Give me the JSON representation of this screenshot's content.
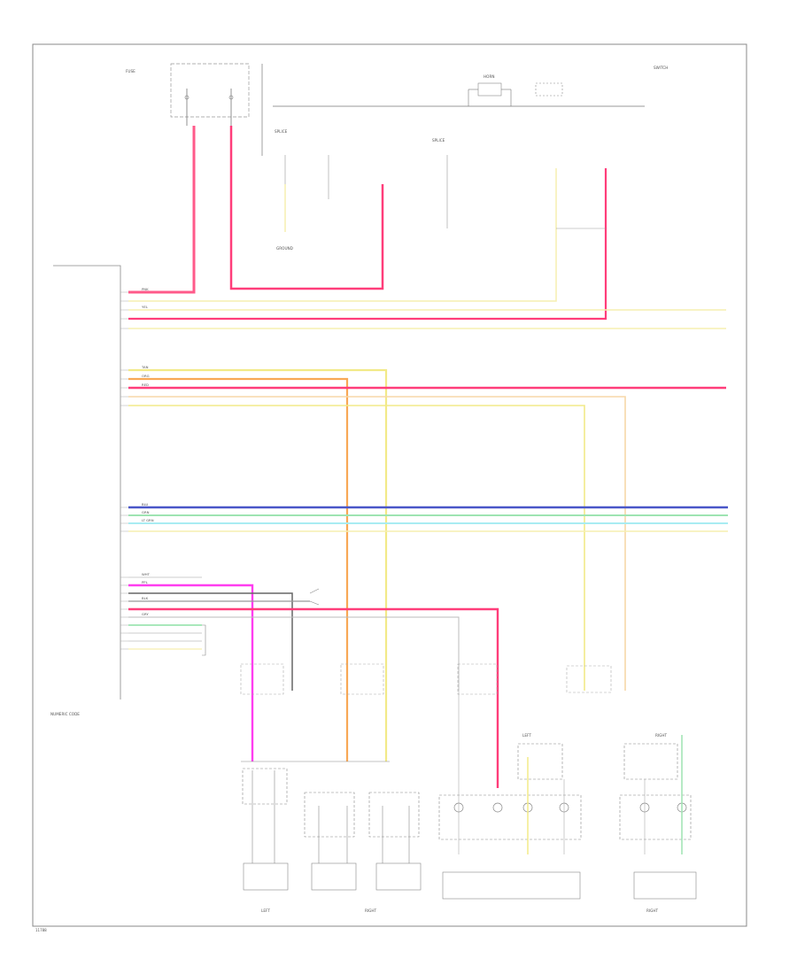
{
  "page_code": "11788",
  "component_labels": {
    "module": "NUMERIC CODE",
    "top_fuse": "FUSE",
    "center_fuse": "SPLICE",
    "horn": "HORN",
    "splice": "SPLICE",
    "ground": "GROUND",
    "right_note": "SWITCH",
    "bottom_left": "LEFT",
    "bottom_center": "RIGHT",
    "bottom_right": "RIGHT",
    "seat_left": "LEFT",
    "seat_right": "RIGHT"
  },
  "wire_codes": [
    "PNK",
    "YEL",
    "ORG",
    "RED",
    "TAN",
    "BLU",
    "GRN",
    "LT GRN",
    "WHT",
    "BLK",
    "PPL",
    "GRY"
  ],
  "colors": {
    "pink": "#ff5a8a",
    "red_pink": "#ff3d7a",
    "yellow": "#f2ea88",
    "light_yellow": "#f6efb0",
    "orange": "#f8a855",
    "peach": "#f7d7a8",
    "blue": "#4a57c8",
    "green": "#9ee4b2",
    "cyan": "#a8ecf2",
    "magenta": "#ff3df0",
    "grey": "#777777",
    "dark": "#444444"
  }
}
